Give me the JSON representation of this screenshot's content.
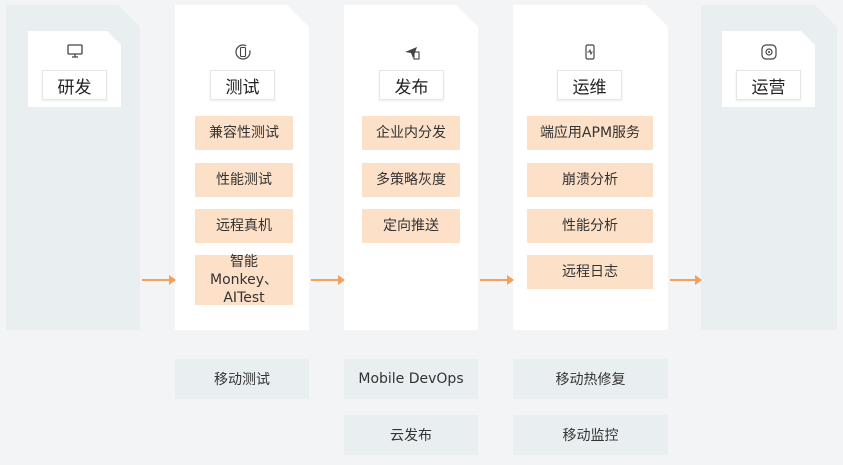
{
  "stages": [
    {
      "key": "dev",
      "label": "研发",
      "icon": "monitor-icon"
    },
    {
      "key": "test",
      "label": "测试",
      "icon": "phone-cycle-icon"
    },
    {
      "key": "release",
      "label": "发布",
      "icon": "launch-icon"
    },
    {
      "key": "ops",
      "label": "运维",
      "icon": "mobile-monitor-icon"
    },
    {
      "key": "operate",
      "label": "运营",
      "icon": "operations-icon"
    }
  ],
  "features": {
    "test": [
      "兼容性测试",
      "性能测试",
      "远程真机",
      "智能Monkey、AITest"
    ],
    "release": [
      "企业内分发",
      "多策略灰度",
      "定向推送"
    ],
    "ops": [
      "端应用APM服务",
      "崩溃分析",
      "性能分析",
      "远程日志"
    ]
  },
  "products": {
    "test": [
      "移动测试"
    ],
    "release": [
      "Mobile DevOps",
      "云发布"
    ],
    "ops": [
      "移动热修复",
      "移动监控"
    ]
  },
  "colors": {
    "accent": "#f5a05a",
    "feature_bg": "#fde0c8",
    "muted_bg": "#e9eef1",
    "page_bg": "#f2f4f5"
  }
}
